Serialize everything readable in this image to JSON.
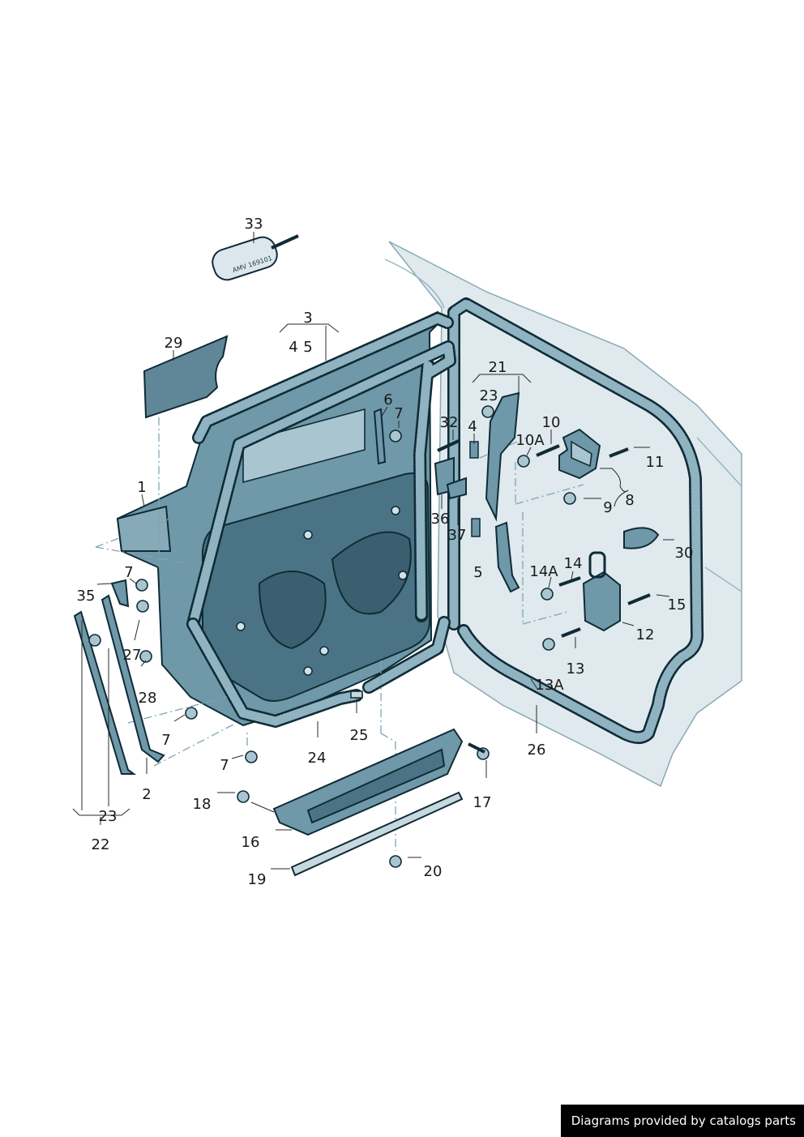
{
  "diagram": {
    "tube_text": "AMV 169101",
    "callouts": [
      {
        "id": "c33",
        "text": "33"
      },
      {
        "id": "c3",
        "text": "3"
      },
      {
        "id": "c4a",
        "text": "4"
      },
      {
        "id": "c5a",
        "text": "5"
      },
      {
        "id": "c29",
        "text": "29"
      },
      {
        "id": "c6",
        "text": "6"
      },
      {
        "id": "c7a",
        "text": "7"
      },
      {
        "id": "c21",
        "text": "21"
      },
      {
        "id": "c23a",
        "text": "23"
      },
      {
        "id": "c32",
        "text": "32"
      },
      {
        "id": "c4b",
        "text": "4"
      },
      {
        "id": "c10",
        "text": "10"
      },
      {
        "id": "c10a",
        "text": "10A"
      },
      {
        "id": "c11",
        "text": "11"
      },
      {
        "id": "c8",
        "text": "8"
      },
      {
        "id": "c9",
        "text": "9"
      },
      {
        "id": "c1",
        "text": "1"
      },
      {
        "id": "c36",
        "text": "36"
      },
      {
        "id": "c37",
        "text": "37"
      },
      {
        "id": "c30",
        "text": "30"
      },
      {
        "id": "c5b",
        "text": "5"
      },
      {
        "id": "c14a",
        "text": "14A"
      },
      {
        "id": "c14",
        "text": "14"
      },
      {
        "id": "c7b",
        "text": "7"
      },
      {
        "id": "c35",
        "text": "35"
      },
      {
        "id": "c15",
        "text": "15"
      },
      {
        "id": "c12",
        "text": "12"
      },
      {
        "id": "c27",
        "text": "27"
      },
      {
        "id": "c13",
        "text": "13"
      },
      {
        "id": "c28",
        "text": "28"
      },
      {
        "id": "c13a",
        "text": "13A"
      },
      {
        "id": "c7c",
        "text": "7"
      },
      {
        "id": "c25",
        "text": "25"
      },
      {
        "id": "c26",
        "text": "26"
      },
      {
        "id": "c24",
        "text": "24"
      },
      {
        "id": "c7d",
        "text": "7"
      },
      {
        "id": "c2",
        "text": "2"
      },
      {
        "id": "c18",
        "text": "18"
      },
      {
        "id": "c17",
        "text": "17"
      },
      {
        "id": "c23b",
        "text": "23"
      },
      {
        "id": "c16",
        "text": "16"
      },
      {
        "id": "c22",
        "text": "22"
      },
      {
        "id": "c19",
        "text": "19"
      },
      {
        "id": "c20",
        "text": "20"
      }
    ]
  },
  "footer": {
    "text": "Diagrams provided by catalogs parts"
  }
}
